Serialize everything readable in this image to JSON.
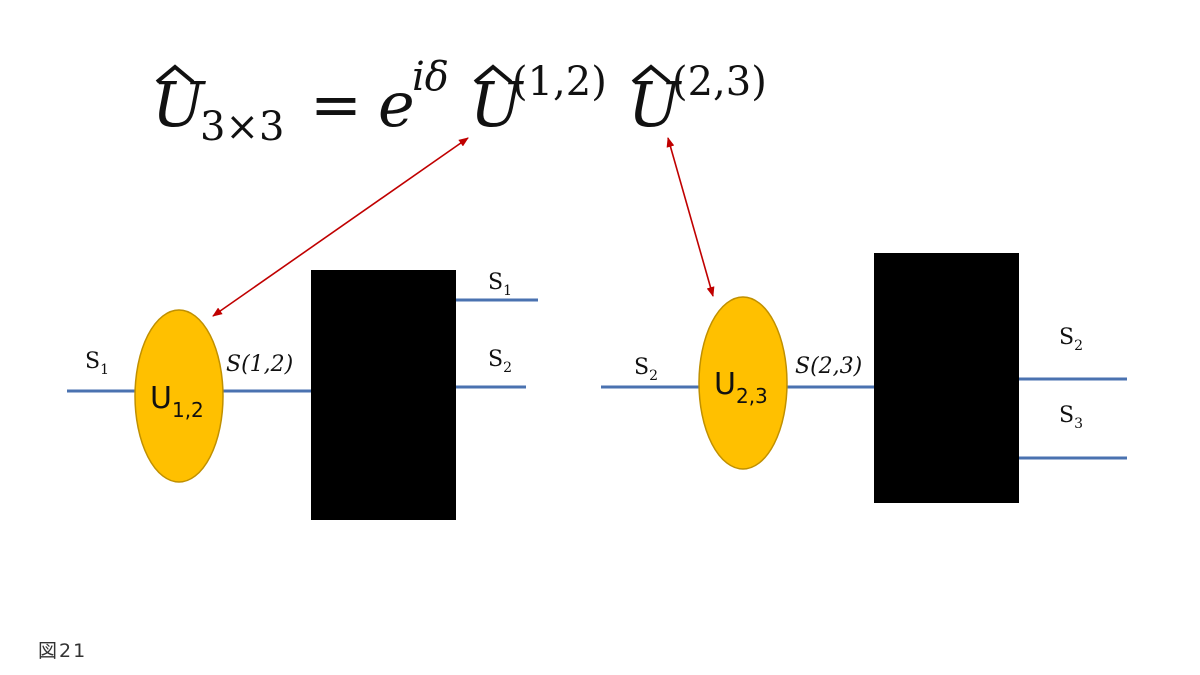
{
  "equation": {
    "lhs_symbol": "U",
    "lhs_sub": "3×3",
    "equals": "=",
    "exp_base": "e",
    "exp_power": "iδ",
    "op1_symbol": "U",
    "op1_sup": "(1,2)",
    "op2_symbol": "U",
    "op2_sup": "(2,3)"
  },
  "left_block": {
    "ellipse_main": "U",
    "ellipse_sub": "1,2",
    "input_main": "S",
    "input_sub": "1",
    "middle_label": "S(1,2)",
    "output_top_main": "S",
    "output_top_sub": "1",
    "output_bottom_main": "S",
    "output_bottom_sub": "2"
  },
  "right_block": {
    "ellipse_main": "U",
    "ellipse_sub": "2,3",
    "input_main": "S",
    "input_sub": "2",
    "middle_label": "S(2,3)",
    "output_top_main": "S",
    "output_top_sub": "2",
    "output_bottom_main": "S",
    "output_bottom_sub": "3"
  },
  "caption": "図21",
  "colors": {
    "ellipse_fill": "#FFC000",
    "ellipse_stroke": "#C09000",
    "wire": "#4A72B0",
    "arrow": "#C00000",
    "box": "#000000",
    "text": "#111111"
  }
}
